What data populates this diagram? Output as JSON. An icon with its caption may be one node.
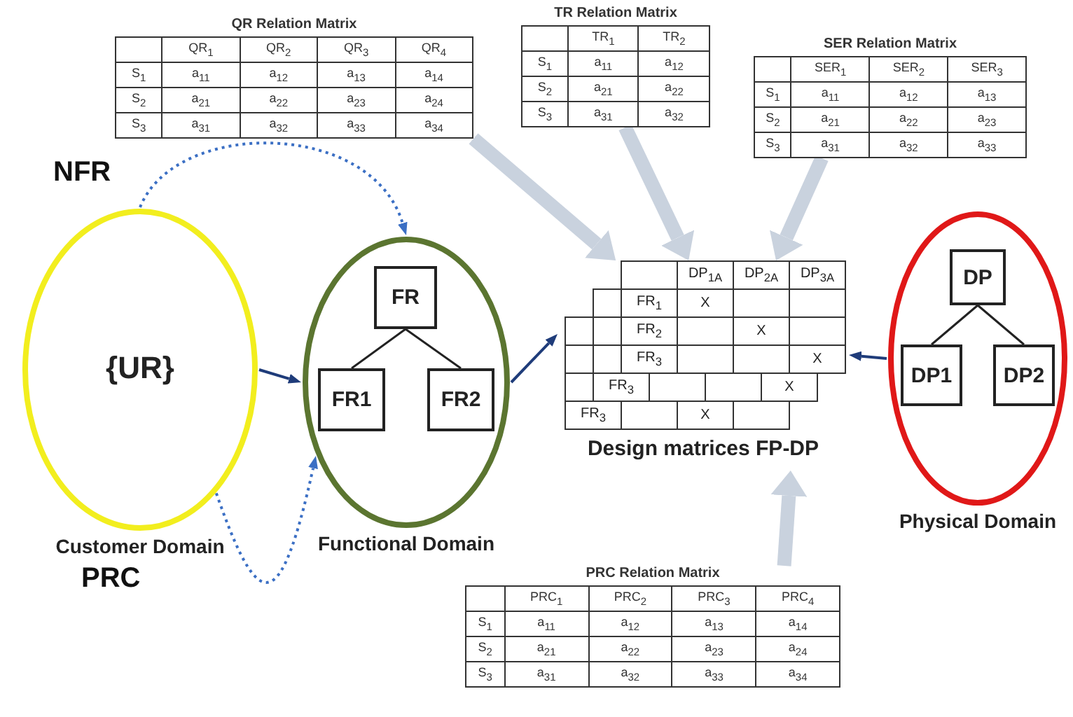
{
  "diagram": {
    "nodes": [
      {
        "text": [
          "QR Relation Matrix"
        ]
      },
      {
        "text": [
          "TR Relation Matrix"
        ]
      },
      {
        "text": [
          "SER Relation Matrix"
        ]
      },
      {
        "text": [
          "{UR}",
          "Customer Domain"
        ]
      },
      {
        "text": [
          "Functional Domain"
        ]
      },
      {
        "text": [
          "FR"
        ],
        "in": 4
      },
      {
        "text": [
          "FR1"
        ],
        "in": 4
      },
      {
        "text": [
          "FR2"
        ],
        "in": 4
      },
      {
        "text": [
          "Design matrices FP-DP"
        ]
      },
      {
        "text": [
          "Physical Domain"
        ]
      },
      {
        "text": [
          "DP"
        ],
        "in": 9
      },
      {
        "text": [
          "DP1"
        ],
        "in": 9
      },
      {
        "text": [
          "DP2"
        ],
        "in": 9
      },
      {
        "text": [
          "PRC Relation Matrix"
        ]
      }
    ],
    "edges": [
      {
        "from": 3,
        "to": 4,
        "arrow": "to",
        "color": "#1f3c7a"
      },
      {
        "from": 3,
        "to": 4,
        "arrow": "to",
        "label": "NFR",
        "style": "dashed",
        "color": "#3b6fc4"
      },
      {
        "from": 3,
        "to": 4,
        "arrow": "to",
        "label": "PRC",
        "style": "dashed",
        "color": "#3b6fc4"
      },
      {
        "from": 4,
        "to": 8,
        "arrow": "to",
        "color": "#1f3c7a"
      },
      {
        "from": 9,
        "to": 8,
        "arrow": "to",
        "color": "#1f3c7a"
      },
      {
        "from": 5,
        "to": 6,
        "arrow": "none"
      },
      {
        "from": 5,
        "to": 7,
        "arrow": "none"
      },
      {
        "from": 10,
        "to": 11,
        "arrow": "none"
      },
      {
        "from": 10,
        "to": 12,
        "arrow": "none"
      },
      {
        "from": 0,
        "to": 8,
        "arrow": "to",
        "style": "thick",
        "color": "#c9d2de"
      },
      {
        "from": 1,
        "to": 8,
        "arrow": "to",
        "style": "thick",
        "color": "#c9d2de"
      },
      {
        "from": 2,
        "to": 8,
        "arrow": "to",
        "style": "thick",
        "color": "#c9d2de"
      },
      {
        "from": 13,
        "to": 8,
        "arrow": "to",
        "style": "thick",
        "color": "#c9d2de"
      }
    ],
    "labels": [
      "QR$_{1}$",
      "QR$_{2}$",
      "QR$_{3}$",
      "QR$_{4}$",
      "S$_{1}$",
      "a$_{11}$",
      "a$_{12}$",
      "a$_{13}$",
      "a$_{14}$",
      "S$_{2}$",
      "a$_{21}$",
      "a$_{22}$",
      "a$_{23}$",
      "a$_{24}$",
      "S$_{3}$",
      "a$_{31}$",
      "a$_{32}$",
      "a$_{33}$",
      "a$_{34}$",
      "TR$_{1}$",
      "TR$_{2}$",
      "S$_{1}$",
      "a$_{11}$",
      "a$_{12}$",
      "S$_{2}$",
      "a$_{21}$",
      "a$_{22}$",
      "S$_{3}$",
      "a$_{31}$",
      "a$_{32}$",
      "SER$_{1}$",
      "SER$_{2}$",
      "SER$_{3}$",
      "S$_{1}$",
      "a$_{11}$",
      "a$_{12}$",
      "a$_{13}$",
      "S$_{2}$",
      "a$_{21}$",
      "a$_{22}$",
      "a$_{23}$",
      "S$_{3}$",
      "a$_{31}$",
      "a$_{32}$",
      "a$_{33}$",
      "DP$_{1A}$",
      "DP$_{2A}$",
      "DP$_{3A}$",
      "FR$_{1}$",
      "X",
      "FR$_{2}$",
      "X",
      "FR$_{3}$",
      "X",
      "FR$_{3}$",
      "X",
      "FR$_{3}$",
      "X",
      "PRC$_{1}$",
      "PRC$_{2}$",
      "PRC$_{3}$",
      "PRC$_{4}$",
      "S$_{1}$",
      "a$_{11}$",
      "a$_{12}$",
      "a$_{13}$",
      "a$_{14}$",
      "S$_{2}$",
      "a$_{21}$",
      "a$_{22}$",
      "a$_{23}$",
      "a$_{24}$",
      "S$_{3}$",
      "a$_{31}$",
      "a$_{32}$",
      "a$_{33}$",
      "a$_{34}$"
    ]
  }
}
